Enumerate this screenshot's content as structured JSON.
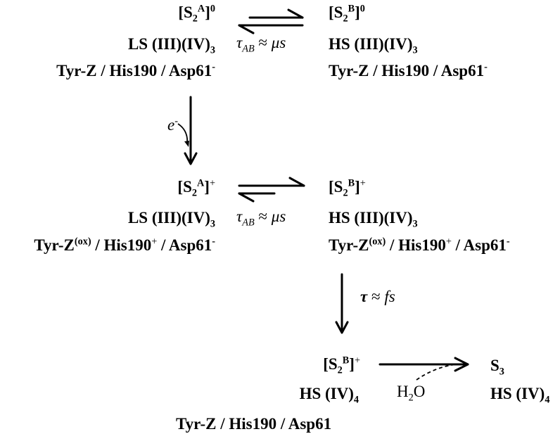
{
  "states": {
    "s2a0": {
      "bracket_open": "[S",
      "sub": "2",
      "sup": "A",
      "bracket_close": "]",
      "charge": "0",
      "spin_prefix": "LS (III)(IV)",
      "spin_sub": "3",
      "residues": "Tyr-Z / His190 / Asp61",
      "residues_sup": "-"
    },
    "s2b0": {
      "bracket_open": "[S",
      "sub": "2",
      "sup": "B",
      "bracket_close": "]",
      "charge": "0",
      "spin_prefix": "HS (III)(IV)",
      "spin_sub": "3",
      "residues": "Tyr-Z / His190 / Asp61",
      "residues_sup": "-"
    },
    "s2a_plus": {
      "bracket_open": "[S",
      "sub": "2",
      "sup": "A",
      "bracket_close": "]",
      "charge": "+",
      "spin_prefix": "LS (III)(IV)",
      "spin_sub": "3",
      "res_part1": "Tyr-Z",
      "res_part1_sup": "(ox)",
      "res_part2": " / His190",
      "res_part2_sup": "+",
      "res_part3": " / Asp61",
      "res_part3_sup": "-"
    },
    "s2b_plus": {
      "bracket_open": "[S",
      "sub": "2",
      "sup": "B",
      "bracket_close": "]",
      "charge": "+",
      "spin_prefix": "HS (III)(IV)",
      "spin_sub": "3",
      "res_part1": "Tyr-Z",
      "res_part1_sup": "(ox)",
      "res_part2": " / His190",
      "res_part2_sup": "+",
      "res_part3": " / Asp61",
      "res_part3_sup": "-"
    },
    "s2b_plus_final": {
      "bracket_open": "[S",
      "sub": "2",
      "sup": "B",
      "bracket_close": "]",
      "charge": "+",
      "spin_prefix": "HS (IV)",
      "spin_sub": "4",
      "residues": "Tyr-Z / His190 / Asp61"
    },
    "s3": {
      "name": "S",
      "sub": "3",
      "spin_prefix": "HS (IV)",
      "spin_sub": "4"
    }
  },
  "annotations": {
    "tau_ab_top": {
      "tau": "τ",
      "sub": "AB",
      "approx": " ≈ ",
      "unit": "μs"
    },
    "tau_ab_mid": {
      "tau": "τ",
      "sub": "AB",
      "approx": " ≈ ",
      "unit": "μs"
    },
    "electron": {
      "e": "e",
      "sup": "-"
    },
    "tau_fs": {
      "tau": "τ",
      "approx": " ≈ ",
      "unit": "fs"
    },
    "water": {
      "h": "H",
      "sub": "2",
      "o": "O"
    }
  }
}
